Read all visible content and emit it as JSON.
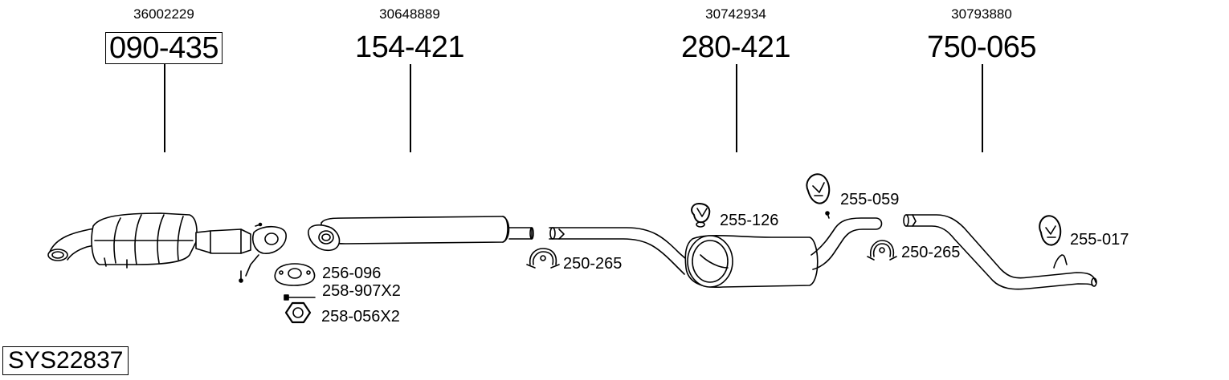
{
  "main_parts": [
    {
      "oem": "36002229",
      "part": "090-435",
      "boxed": true
    },
    {
      "oem": "30648889",
      "part": "154-421",
      "boxed": false
    },
    {
      "oem": "30742934",
      "part": "280-421",
      "boxed": false
    },
    {
      "oem": "30793880",
      "part": "750-065",
      "boxed": false
    }
  ],
  "accessories": {
    "gasket": "256-096",
    "bolt": "258-907X2",
    "nut": "258-056X2",
    "clamp_front": "250-265",
    "hanger_mid": "255-126",
    "hanger_top": "255-059",
    "clamp_rear": "250-265",
    "hanger_rear": "255-017"
  },
  "system_id": "SYS22837"
}
